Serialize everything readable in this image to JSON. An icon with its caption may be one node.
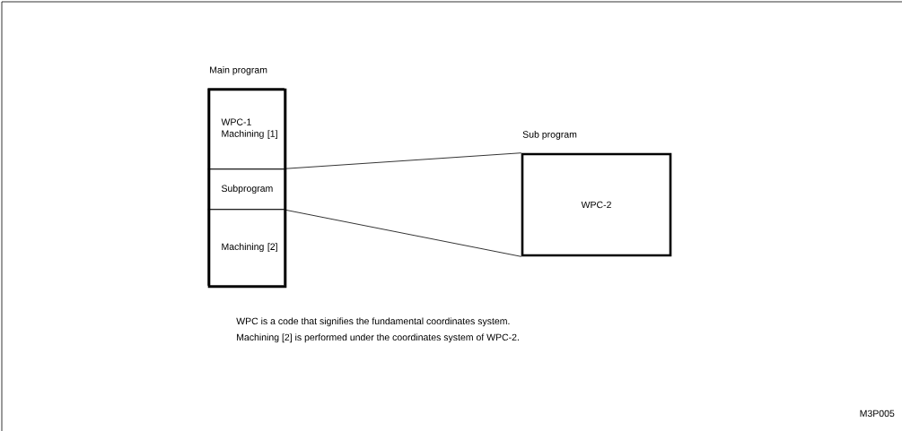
{
  "diagram": {
    "nodes": [
      {
        "text": [
          "Main program"
        ]
      },
      {
        "text": [
          "WPC-1 Machining [1]"
        ],
        "in": 0
      },
      {
        "text": [
          "Subprogram"
        ],
        "in": 0
      },
      {
        "text": [
          "Machining [2]"
        ],
        "in": 0
      },
      {
        "text": [
          "Sub program",
          "WPC-2"
        ]
      }
    ],
    "edges": [
      {
        "from": 2,
        "to": 4,
        "arrow": "none"
      },
      {
        "from": 2,
        "to": 4,
        "arrow": "none"
      }
    ],
    "labels": [
      "WPC is a code that signifies the fundamental coordinates system.",
      "Machining [2] is performed under the coordinates system of WPC-2.",
      "M3P005"
    ]
  }
}
